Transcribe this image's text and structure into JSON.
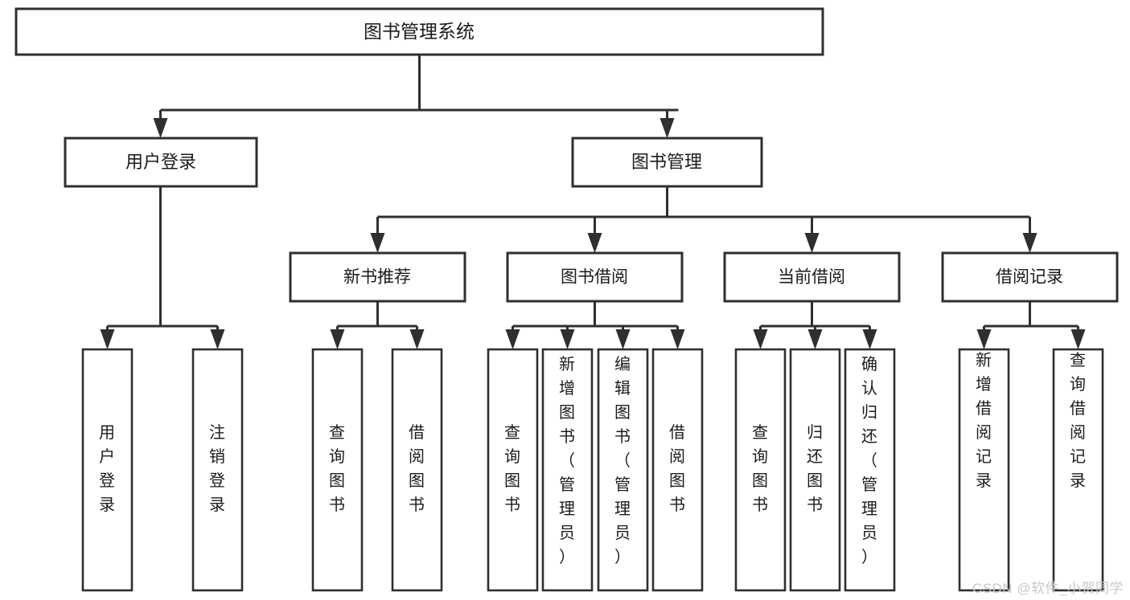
{
  "diagram": {
    "title": "图书管理系统",
    "type": "hierarchy-tree",
    "watermark": "CSDN @软件_小贺同学",
    "colors": {
      "stroke": "#2f2f2f",
      "fill": "#ffffff",
      "text": "#1b1b1b",
      "watermark": "#c9c9c9"
    },
    "levels": {
      "root": {
        "label": "图书管理系统"
      },
      "level2": [
        {
          "label": "用户登录"
        },
        {
          "label": "图书管理"
        }
      ],
      "level3": [
        {
          "label": "新书推荐"
        },
        {
          "label": "图书借阅"
        },
        {
          "label": "当前借阅"
        },
        {
          "label": "借阅记录"
        }
      ],
      "leaves": {
        "user_login": [
          {
            "label": "用户登录"
          },
          {
            "label": "注销登录"
          }
        ],
        "new_book": [
          {
            "label": "查询图书"
          },
          {
            "label": "借阅图书"
          }
        ],
        "book_borrow": [
          {
            "label": "查询图书"
          },
          {
            "label": "新增图书（管理员）"
          },
          {
            "label": "编辑图书（管理员）"
          },
          {
            "label": "借阅图书"
          }
        ],
        "current_borrow": [
          {
            "label": "查询图书"
          },
          {
            "label": "归还图书"
          },
          {
            "label": "确认归还（管理员）"
          }
        ],
        "borrow_record": [
          {
            "label": "新增借阅记录"
          },
          {
            "label": "查询借阅记录"
          }
        ]
      }
    },
    "edges": [
      {
        "from": "图书管理系统",
        "to": "用户登录"
      },
      {
        "from": "图书管理系统",
        "to": "图书管理"
      },
      {
        "from": "图书管理",
        "to": "新书推荐"
      },
      {
        "from": "图书管理",
        "to": "图书借阅"
      },
      {
        "from": "图书管理",
        "to": "当前借阅"
      },
      {
        "from": "图书管理",
        "to": "借阅记录"
      },
      {
        "from": "用户登录",
        "to": "用户登录"
      },
      {
        "from": "用户登录",
        "to": "注销登录"
      },
      {
        "from": "新书推荐",
        "to": "查询图书"
      },
      {
        "from": "新书推荐",
        "to": "借阅图书"
      },
      {
        "from": "图书借阅",
        "to": "查询图书"
      },
      {
        "from": "图书借阅",
        "to": "新增图书（管理员）"
      },
      {
        "from": "图书借阅",
        "to": "编辑图书（管理员）"
      },
      {
        "from": "图书借阅",
        "to": "借阅图书"
      },
      {
        "from": "当前借阅",
        "to": "查询图书"
      },
      {
        "from": "当前借阅",
        "to": "归还图书"
      },
      {
        "from": "当前借阅",
        "to": "确认归还（管理员）"
      },
      {
        "from": "借阅记录",
        "to": "新增借阅记录"
      },
      {
        "from": "借阅记录",
        "to": "查询借阅记录"
      }
    ]
  }
}
